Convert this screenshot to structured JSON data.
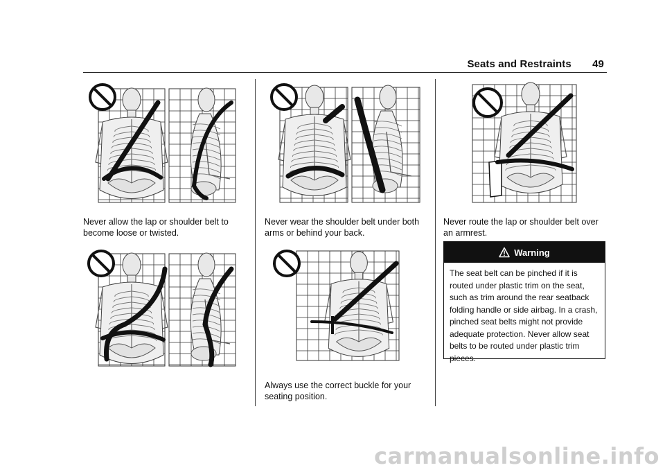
{
  "header": {
    "section_title": "Seats and Restraints",
    "page_number": "49"
  },
  "captions": {
    "loose_twisted": "Never allow the lap or shoulder belt to become loose or twisted.",
    "under_arms": "Never wear the shoulder belt under both arms or behind your back.",
    "correct_buckle": "Always use the correct buckle for your seating position.",
    "armrest": "Never route the lap or shoulder belt over an armrest."
  },
  "warning": {
    "title": "Warning",
    "body": "The seat belt can be pinched if it is routed under plastic trim on the seat, such as trim around the rear seatback folding handle or side airbag. In a crash, pinched seat belts might not provide adequate protection. Never allow seat belts to be routed under plastic trim pieces."
  },
  "watermark": "carmanualsonline.info",
  "figures": [
    {
      "name": "figure-loose-belt",
      "panels": 2
    },
    {
      "name": "figure-twisted-belt",
      "panels": 2
    },
    {
      "name": "figure-belt-under-arms",
      "panels": 2
    },
    {
      "name": "figure-wrong-buckle",
      "panels": 1
    },
    {
      "name": "figure-armrest",
      "panels": 1
    }
  ],
  "colors": {
    "text": "#111111",
    "warning_header_bg": "#111111",
    "grid": "#333333",
    "belt": "#111111",
    "watermark": "#cfcfcf"
  }
}
